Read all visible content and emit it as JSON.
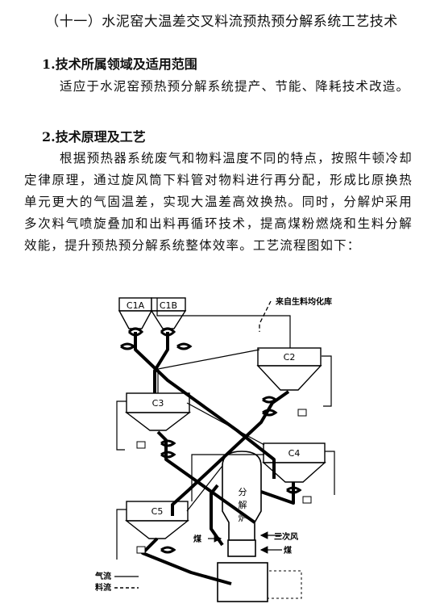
{
  "document": {
    "title": "（十一）水泥窑大温差交叉料流预热预分解系统工艺技术",
    "section1": {
      "heading": "1.技术所属领域及适用范围",
      "paragraph": "适应于水泥窑预热预分解系统提产、节能、降耗技术改造。"
    },
    "section2": {
      "heading": "2.技术原理及工艺",
      "paragraph": "根据预热器系统废气和物料温度不同的特点，按照牛顿冷却定律原理，通过旋风筒下料管对物料进行再分配，形成比原换热单元更大的气固温差，实现大温差高效换热。同时，分解炉采用多次料气喷旋叠加和出料再循环技术，提高煤粉燃烧和生料分解效能，提升预热预分解系统整体效率。工艺流程图如下："
    }
  },
  "diagram": {
    "labels": {
      "c1a": "C1A",
      "c1b": "C1B",
      "c2": "C2",
      "c3": "C3",
      "c4": "C4",
      "c5": "C5",
      "feed": "来自生料均化库",
      "calciner_1": "分",
      "calciner_2": "解",
      "calciner_3": "炉",
      "coal_left": "煤",
      "tertiary_air": "三次风",
      "coal_right": "煤",
      "legend_gas": "气流",
      "legend_material": "料流"
    }
  }
}
